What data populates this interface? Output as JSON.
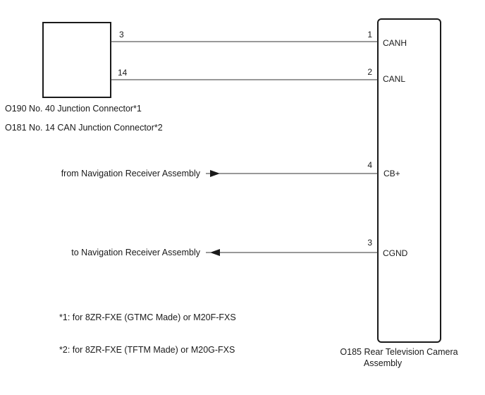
{
  "junction_connector": {
    "name_1": "O190 No. 40 Junction Connector*1",
    "name_2": "O181 No. 14 CAN Junction Connector*2",
    "pins": [
      "3",
      "14"
    ]
  },
  "camera_assembly": {
    "name_line1": "O185 Rear Television Camera",
    "name_line2": "Assembly",
    "pins": [
      {
        "number": "1",
        "signal": "CANH"
      },
      {
        "number": "2",
        "signal": "CANL"
      },
      {
        "number": "4",
        "signal": "CB+"
      },
      {
        "number": "3",
        "signal": "CGND"
      }
    ]
  },
  "external": {
    "from_label": "from Navigation Receiver Assembly",
    "to_label": "to Navigation Receiver Assembly"
  },
  "footnotes": [
    "*1: for 8ZR-FXE (GTMC Made) or M20F-FXS",
    "*2: for 8ZR-FXE (TFTM Made) or M20G-FXS"
  ]
}
